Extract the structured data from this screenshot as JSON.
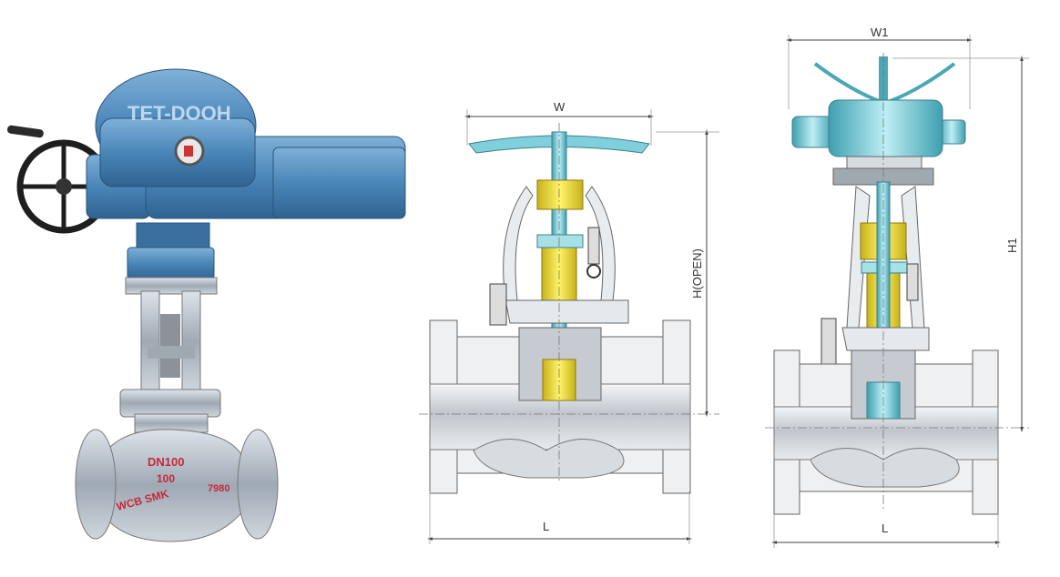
{
  "photo": {
    "brand_text": "TET-DOOH",
    "size_marking": "DN100",
    "size_marking_2": "100",
    "body_marking": "WCB SMK",
    "body_marking_2": "7980"
  },
  "manual_drawing": {
    "width_label": "W",
    "height_label": "H(OPEN)",
    "length_label": "L"
  },
  "electric_drawing": {
    "width_label": "W1",
    "height_label": "H1",
    "length_label": "L"
  },
  "colors": {
    "actuator_blue": "#4a86b8",
    "body_gray": "#b9c2cc",
    "section_cyan": "#7fd0dc",
    "section_yellow": "#f2e23a",
    "line": "#555555"
  }
}
